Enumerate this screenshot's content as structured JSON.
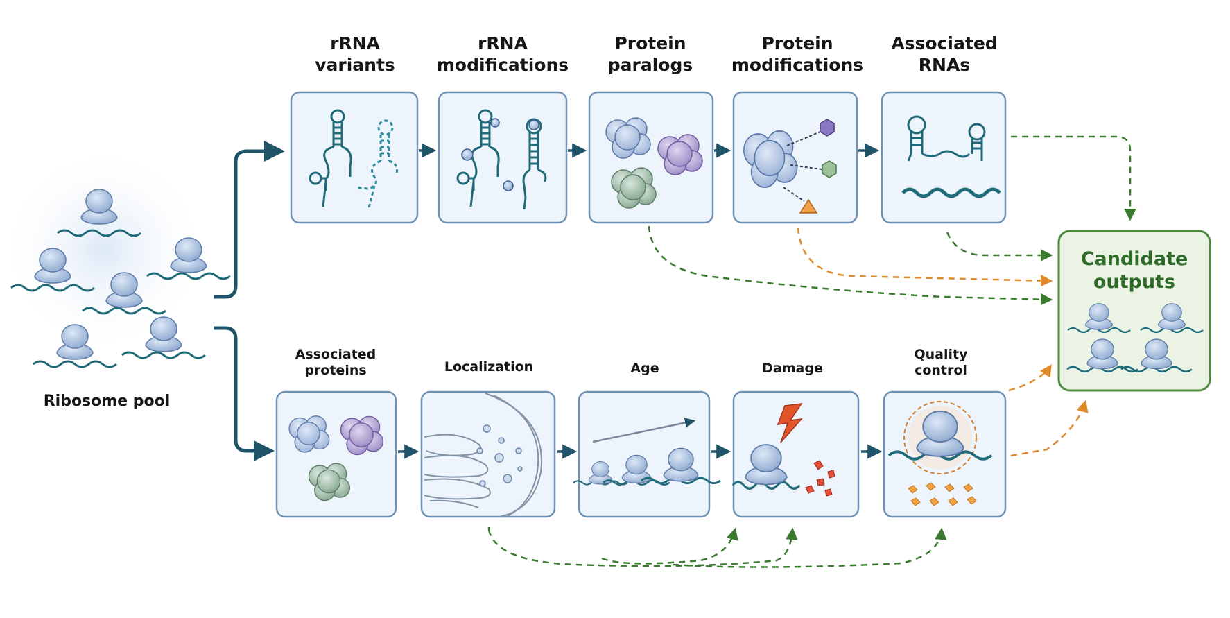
{
  "source": {
    "label": "Ribosome pool"
  },
  "top_row": [
    {
      "line1": "rRNA",
      "line2": "variants"
    },
    {
      "line1": "rRNA",
      "line2": "modifications"
    },
    {
      "line1": "Protein",
      "line2": "paralogs"
    },
    {
      "line1": "Protein",
      "line2": "modifications"
    },
    {
      "line1": "Associated",
      "line2": "RNAs"
    }
  ],
  "bottom_row": [
    {
      "line1": "Associated",
      "line2": "proteins"
    },
    {
      "line1": "Localization",
      "line2": ""
    },
    {
      "line1": "Age",
      "line2": ""
    },
    {
      "line1": "Damage",
      "line2": ""
    },
    {
      "line1": "Quality",
      "line2": "control"
    }
  ],
  "output": {
    "line1": "Candidate",
    "line2": "outputs"
  },
  "colors": {
    "arrow_main": "#1f5468",
    "arrow_green": "#3a7a2e",
    "arrow_orange": "#e08a2a",
    "panel_border": "#6f91b5",
    "panel_fill": "#eef4fb",
    "output_border": "#4d8a3e",
    "output_fill": "#eaf3e4",
    "ribosome": "#a9c0e0",
    "mrna": "#1f6a78"
  }
}
